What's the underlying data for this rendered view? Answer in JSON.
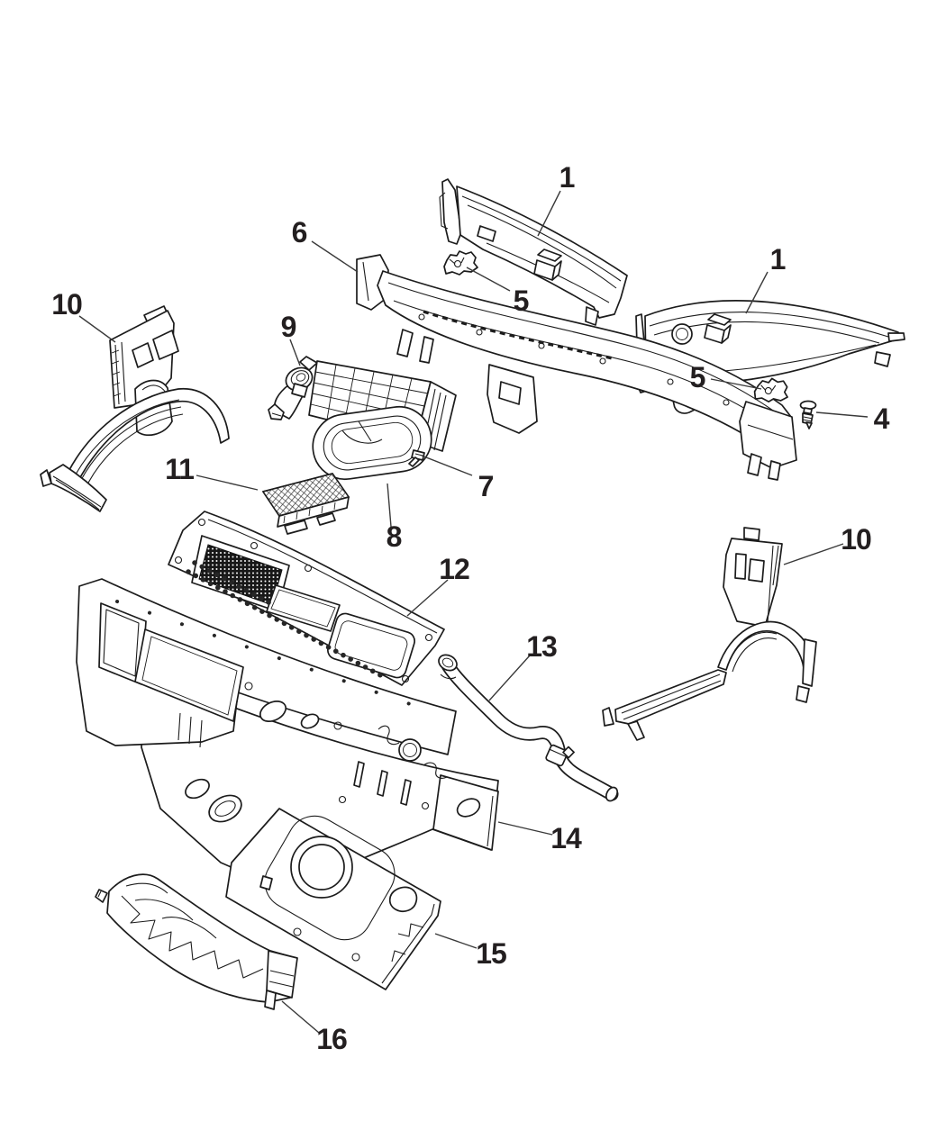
{
  "figure": {
    "type": "exploded-parts-diagram",
    "background_color": "#ffffff",
    "line_color": "#1c1c1c",
    "callout_color": "#231f20"
  },
  "callouts": [
    {
      "id": "callout-1-left",
      "label": "1"
    },
    {
      "id": "callout-1-right",
      "label": "1"
    },
    {
      "id": "callout-6",
      "label": "6"
    },
    {
      "id": "callout-5-left",
      "label": "5"
    },
    {
      "id": "callout-5-right",
      "label": "5"
    },
    {
      "id": "callout-4",
      "label": "4"
    },
    {
      "id": "callout-7",
      "label": "7"
    },
    {
      "id": "callout-8",
      "label": "8"
    },
    {
      "id": "callout-9",
      "label": "9"
    },
    {
      "id": "callout-10-left",
      "label": "10"
    },
    {
      "id": "callout-10-right",
      "label": "10"
    },
    {
      "id": "callout-11",
      "label": "11"
    },
    {
      "id": "callout-12",
      "label": "12"
    },
    {
      "id": "callout-13",
      "label": "13"
    },
    {
      "id": "callout-14",
      "label": "14"
    },
    {
      "id": "callout-15",
      "label": "15"
    },
    {
      "id": "callout-16",
      "label": "16"
    }
  ]
}
